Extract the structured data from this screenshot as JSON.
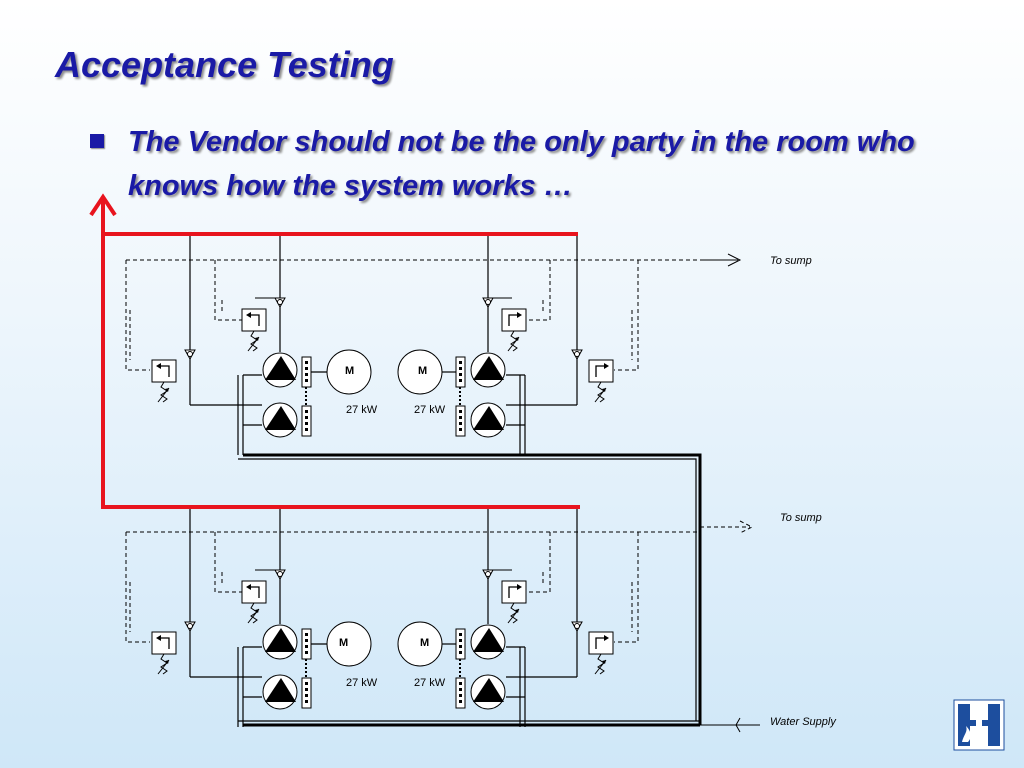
{
  "slide": {
    "title": "Acceptance Testing",
    "bullet": "The Vendor should not be the only party in the room who knows how the system works …"
  },
  "diagram": {
    "units": [
      {
        "outlet_label": "To sump",
        "motor_left": "M",
        "motor_right": "M",
        "power_left": "27 kW",
        "power_right": "27 kW"
      },
      {
        "outlet_label": "To sump",
        "motor_left": "M",
        "motor_right": "M",
        "power_left": "27 kW",
        "power_right": "27 kW"
      }
    ],
    "supply_label": "Water Supply"
  },
  "colors": {
    "title": "#1a1aa6",
    "return_line": "#e8141e",
    "pipe": "#000000",
    "logo": "#1d4e9e"
  }
}
